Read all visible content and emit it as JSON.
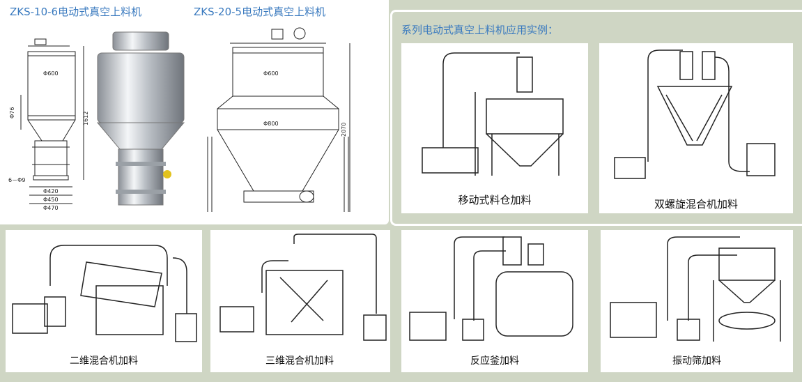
{
  "titles": {
    "model_a": "ZKS-10-6电动式真空上料机",
    "model_b": "ZKS-20-5电动式真空上料机",
    "examples": "系列电动式真空上料机应用实例："
  },
  "dims": {
    "a_d600": "Φ600",
    "a_d76": "Φ76",
    "a_h1612": "1612",
    "a_holes": "6－Φ9",
    "a_d420": "Φ420",
    "a_d450": "Φ450",
    "a_d470": "Φ470",
    "b_d600": "Φ600",
    "b_d800": "Φ800",
    "b_h2070": "2070"
  },
  "captions": {
    "mobile_hopper": "移动式料仓加料",
    "double_screw": "双螺旋混合机加料",
    "two_d_mixer": "二维混合机加料",
    "three_d_mixer": "三维混合机加料",
    "reactor": "反应釜加料",
    "vibrating_sieve": "振动筛加料"
  }
}
